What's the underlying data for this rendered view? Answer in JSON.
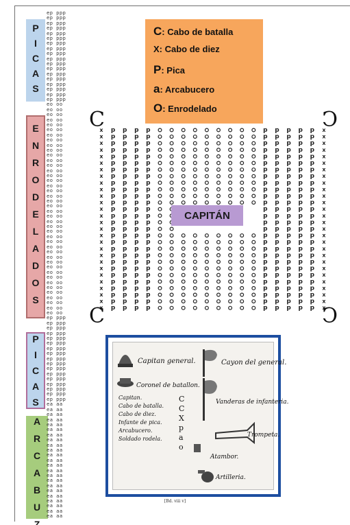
{
  "side_labels": {
    "picas_top": "PICAS",
    "enrodelados": "ENRODELADOS",
    "picas_bottom": "PICAS",
    "arcabuz": "ARCABUZ"
  },
  "colors": {
    "picas": "#bcd4ec",
    "enrodelados": "#e6a7a7",
    "arcabuz": "#a6cc7d",
    "legend": "#f7a65c",
    "capitan": "#b89ad2",
    "plate_border": "#1d4ea0"
  },
  "legend": [
    {
      "key": "C",
      "text": ": Cabo de batalla"
    },
    {
      "key": "X",
      "text": ": Cabo de diez"
    },
    {
      "key": "P",
      "text": ": Pica"
    },
    {
      "key": "a",
      "text": ": Arcabucero"
    },
    {
      "key": "O",
      "text": ": Enrodelado"
    }
  ],
  "formation": {
    "center_label": "CAPITÁN",
    "corner_symbol": "C",
    "row_pattern": "xppppooooooooopppppx",
    "rows": 28
  },
  "plate": {
    "entries": [
      "Capitan general.",
      "Cayon del general.",
      "Coronel de batallon.",
      "Vanderas de infanteria.",
      "Capitan.",
      "Cabo de batalla.",
      "Cabo de diez.",
      "Infante de pica.",
      "Arcabucero.",
      "Soldado rodela.",
      "Trompeta.",
      "Atambor.",
      "Artilleria."
    ],
    "key_letters": [
      "C",
      "C",
      "X",
      "p",
      "a",
      "o"
    ],
    "caption": "[Bd. viii v]"
  }
}
